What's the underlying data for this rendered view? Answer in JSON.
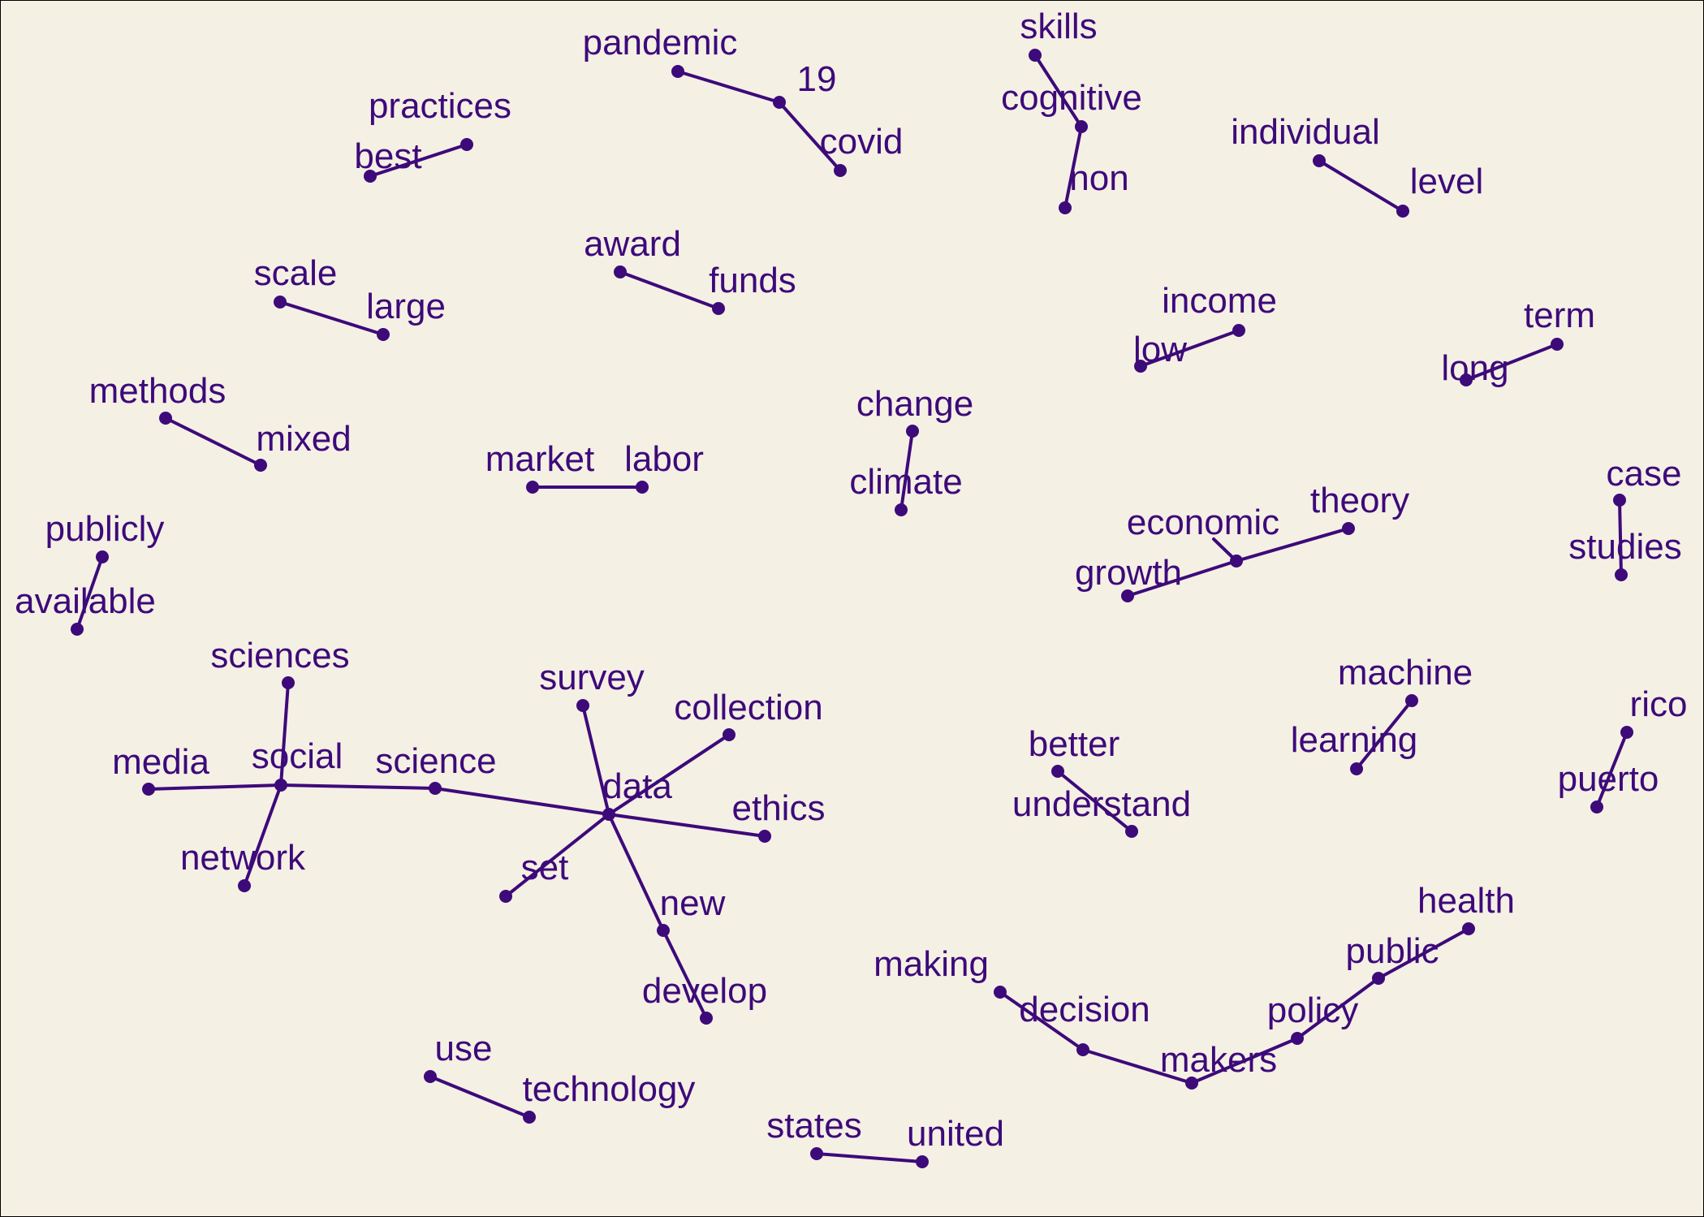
{
  "graph": {
    "colors": {
      "background": "#f5f0e4",
      "ink": "#3d0a7a",
      "border": "#000000"
    },
    "nodes": [
      {
        "id": "pandemic",
        "label": "pandemic"
      },
      {
        "id": "19",
        "label": "19"
      },
      {
        "id": "covid",
        "label": "covid"
      },
      {
        "id": "practices",
        "label": "practices"
      },
      {
        "id": "best",
        "label": "best"
      },
      {
        "id": "skills",
        "label": "skills"
      },
      {
        "id": "cognitive",
        "label": "cognitive"
      },
      {
        "id": "non",
        "label": "non"
      },
      {
        "id": "individual",
        "label": "individual"
      },
      {
        "id": "level",
        "label": "level"
      },
      {
        "id": "scale",
        "label": "scale"
      },
      {
        "id": "large",
        "label": "large"
      },
      {
        "id": "award",
        "label": "award"
      },
      {
        "id": "funds",
        "label": "funds"
      },
      {
        "id": "income",
        "label": "income"
      },
      {
        "id": "low",
        "label": "low"
      },
      {
        "id": "term",
        "label": "term"
      },
      {
        "id": "long",
        "label": "long"
      },
      {
        "id": "methods",
        "label": "methods"
      },
      {
        "id": "mixed",
        "label": "mixed"
      },
      {
        "id": "change",
        "label": "change"
      },
      {
        "id": "climate",
        "label": "climate"
      },
      {
        "id": "market",
        "label": "market"
      },
      {
        "id": "labor",
        "label": "labor"
      },
      {
        "id": "case",
        "label": "case"
      },
      {
        "id": "studies",
        "label": "studies"
      },
      {
        "id": "theory",
        "label": "theory"
      },
      {
        "id": "economic",
        "label": "economic"
      },
      {
        "id": "growth",
        "label": "growth"
      },
      {
        "id": "publicly",
        "label": "publicly"
      },
      {
        "id": "available",
        "label": "available"
      },
      {
        "id": "sciences",
        "label": "sciences"
      },
      {
        "id": "social",
        "label": "social"
      },
      {
        "id": "media",
        "label": "media"
      },
      {
        "id": "network",
        "label": "network"
      },
      {
        "id": "science",
        "label": "science"
      },
      {
        "id": "survey",
        "label": "survey"
      },
      {
        "id": "collection",
        "label": "collection"
      },
      {
        "id": "data",
        "label": "data"
      },
      {
        "id": "ethics",
        "label": "ethics"
      },
      {
        "id": "set",
        "label": "set"
      },
      {
        "id": "new",
        "label": "new"
      },
      {
        "id": "develop",
        "label": "develop"
      },
      {
        "id": "machine",
        "label": "machine"
      },
      {
        "id": "learning",
        "label": "learning"
      },
      {
        "id": "rico",
        "label": "rico"
      },
      {
        "id": "puerto",
        "label": "puerto"
      },
      {
        "id": "better",
        "label": "better"
      },
      {
        "id": "understand",
        "label": "understand"
      },
      {
        "id": "health",
        "label": "health"
      },
      {
        "id": "public",
        "label": "public"
      },
      {
        "id": "policy",
        "label": "policy"
      },
      {
        "id": "makers",
        "label": "makers"
      },
      {
        "id": "decision",
        "label": "decision"
      },
      {
        "id": "making",
        "label": "making"
      },
      {
        "id": "use",
        "label": "use"
      },
      {
        "id": "technology",
        "label": "technology"
      },
      {
        "id": "states",
        "label": "states"
      },
      {
        "id": "united",
        "label": "united"
      }
    ],
    "edges": [
      [
        "pandemic",
        "19"
      ],
      [
        "19",
        "covid"
      ],
      [
        "best",
        "practices"
      ],
      [
        "skills",
        "cognitive"
      ],
      [
        "cognitive",
        "non"
      ],
      [
        "individual",
        "level"
      ],
      [
        "scale",
        "large"
      ],
      [
        "award",
        "funds"
      ],
      [
        "low",
        "income"
      ],
      [
        "long",
        "term"
      ],
      [
        "methods",
        "mixed"
      ],
      [
        "change",
        "climate"
      ],
      [
        "market",
        "labor"
      ],
      [
        "case",
        "studies"
      ],
      [
        "growth",
        "economic"
      ],
      [
        "economic",
        "theory"
      ],
      [
        "publicly",
        "available"
      ],
      [
        "sciences",
        "social"
      ],
      [
        "media",
        "social"
      ],
      [
        "social",
        "network"
      ],
      [
        "social",
        "science"
      ],
      [
        "science",
        "data"
      ],
      [
        "survey",
        "data"
      ],
      [
        "data",
        "collection"
      ],
      [
        "data",
        "ethics"
      ],
      [
        "data",
        "set"
      ],
      [
        "data",
        "new"
      ],
      [
        "new",
        "develop"
      ],
      [
        "machine",
        "learning"
      ],
      [
        "rico",
        "puerto"
      ],
      [
        "better",
        "understand"
      ],
      [
        "health",
        "public"
      ],
      [
        "public",
        "policy"
      ],
      [
        "policy",
        "makers"
      ],
      [
        "makers",
        "decision"
      ],
      [
        "decision",
        "making"
      ],
      [
        "use",
        "technology"
      ],
      [
        "states",
        "united"
      ]
    ]
  }
}
